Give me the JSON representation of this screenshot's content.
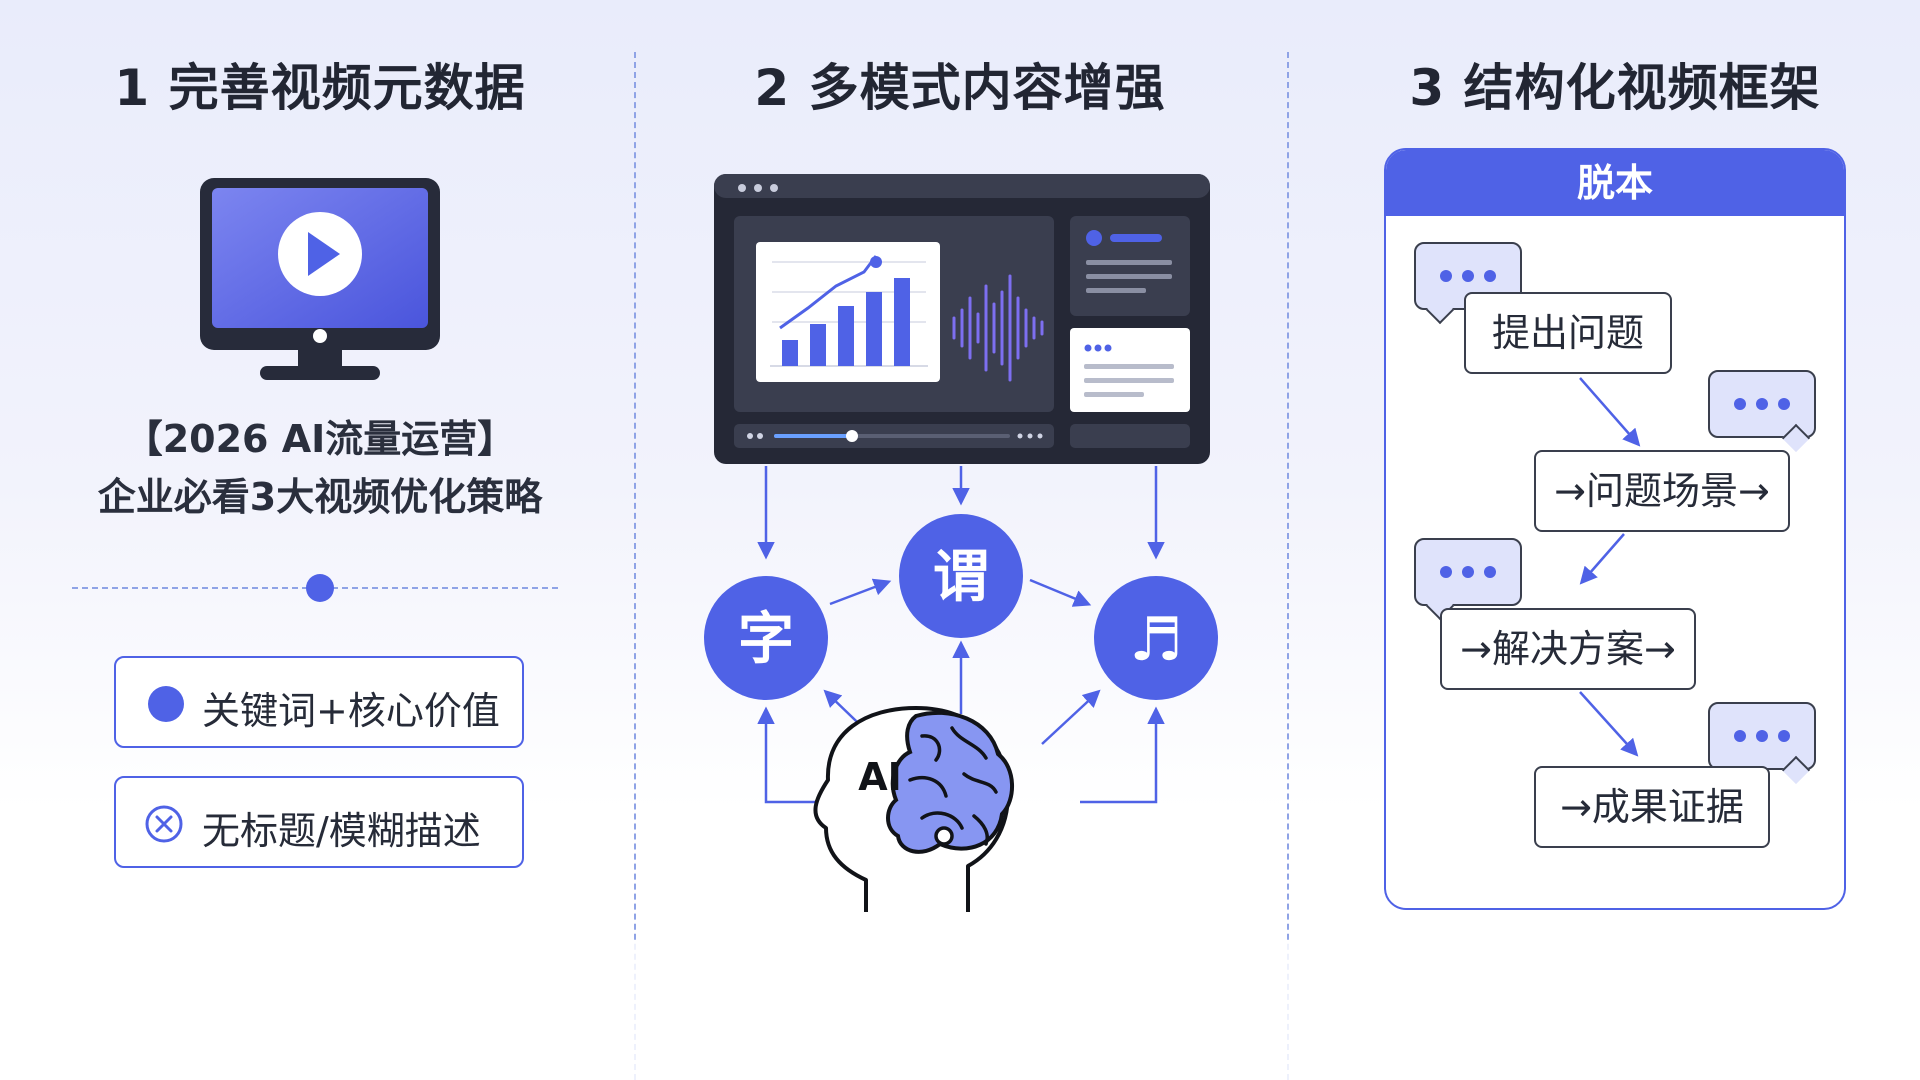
{
  "columns": [
    {
      "title": "1 完善视频元数据"
    },
    {
      "title": "2 多模式内容增强"
    },
    {
      "title": "3 结构化视频框架"
    }
  ],
  "metadata": {
    "caption_line1": "【2026 AI流量运营】",
    "caption_line2": "企业必看3大视频优化策略",
    "good_option": "关键词+核心价值",
    "bad_option": "无标题/模糊描述"
  },
  "multimodal": {
    "text_node": "字",
    "semantic_node": "谓",
    "music_node": "♬",
    "ai_label": "AI"
  },
  "framework": {
    "panel_title": "脱本",
    "steps": [
      "提出问题",
      "→问题场景→",
      "→解决方案→",
      "→成果证据"
    ]
  },
  "colors": {
    "accent": "#4f62e6",
    "dark_screen": "#252836",
    "light_bg": "#e9ecfb"
  },
  "icons": [
    "play-icon",
    "monitor-icon",
    "check-dot-icon",
    "x-circle-icon",
    "chart-icon",
    "waveform-icon",
    "brain-icon",
    "speech-bubble-icon"
  ]
}
